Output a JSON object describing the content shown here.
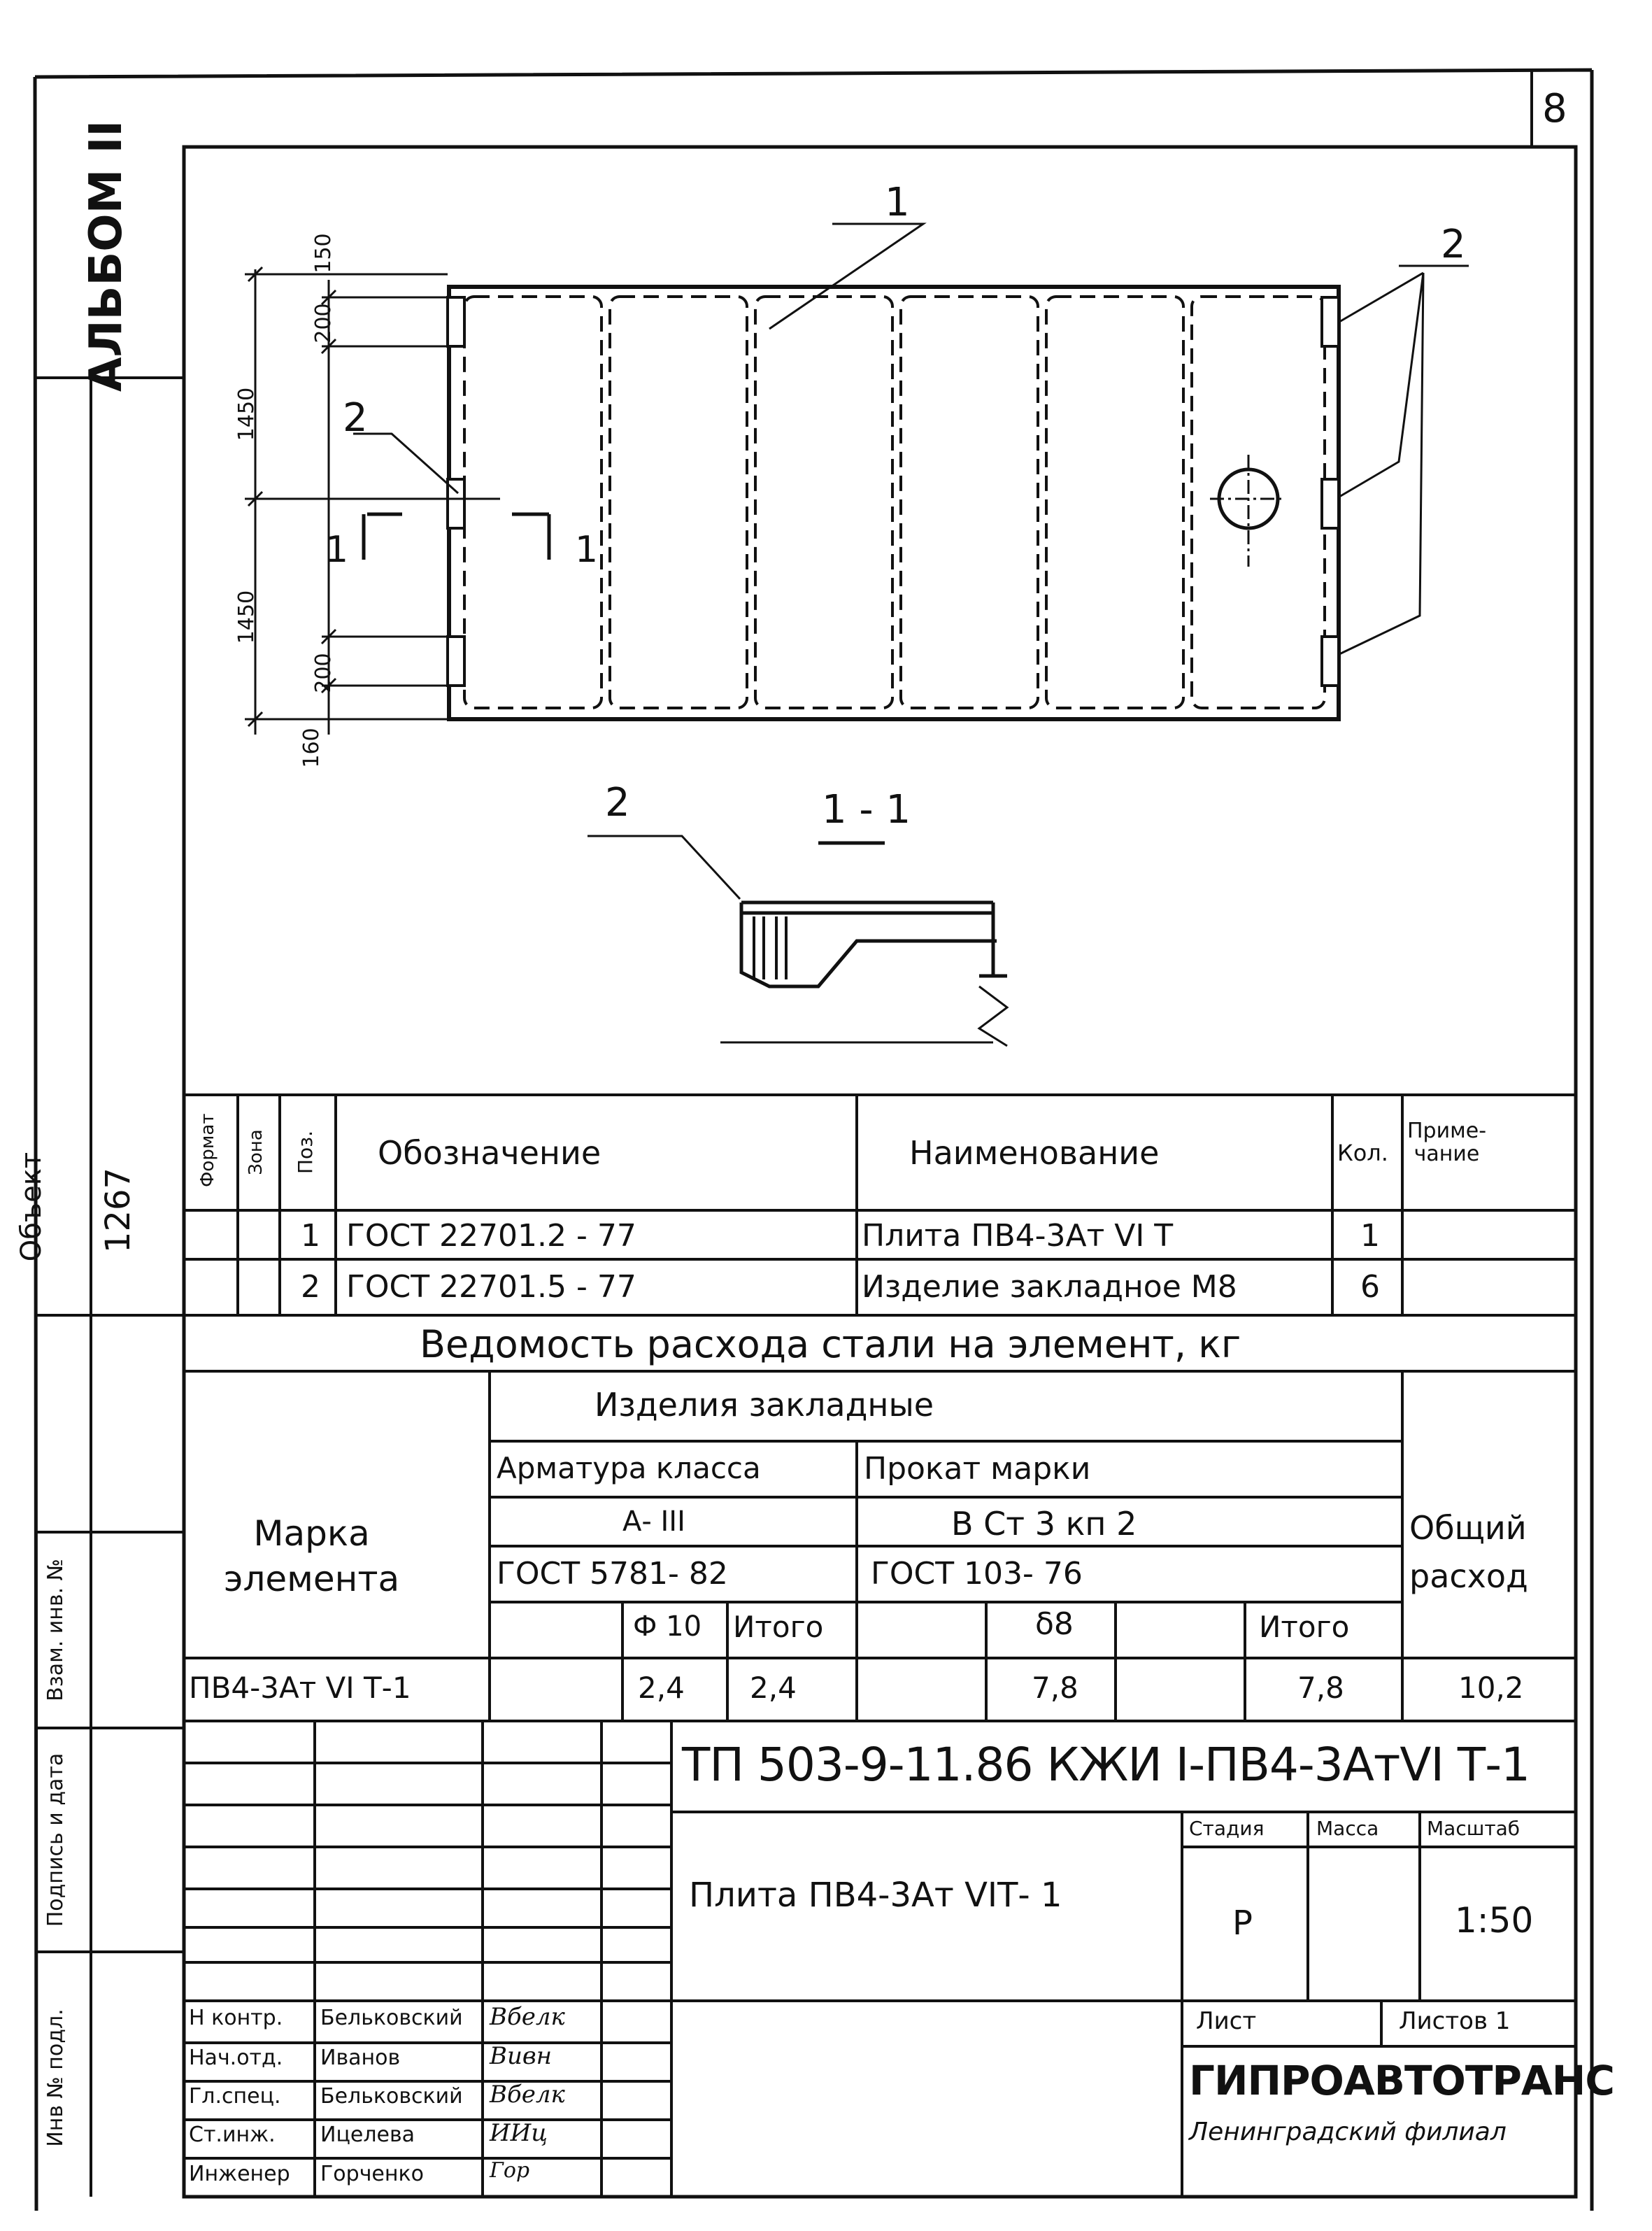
{
  "sheet_number": "8",
  "side": {
    "album": "АЛЬБОМ II",
    "object_label": "Объект",
    "object_number": "1267",
    "vzam_inv": "Взам. инв. №",
    "podpis_data": "Подпись и дата",
    "inv_podl": "Инв № подл."
  },
  "drawing": {
    "callouts": {
      "c1": "1",
      "c2_left": "2",
      "c2_right": "2",
      "c2_section": "2"
    },
    "dims": {
      "d150": "150",
      "d200_top": "200",
      "d1450_top": "1450",
      "d1450_bot": "1450",
      "d200_bot": "200",
      "d160": "160"
    },
    "section_marks": {
      "left": "1",
      "right": "1"
    },
    "section_title": "1 - 1"
  },
  "spec_table": {
    "headers": {
      "format": "Формат",
      "zone": "Зона",
      "pos": "Поз.",
      "designation": "Обозначение",
      "name": "Наименование",
      "qty": "Кол.",
      "note": "Приме-\nчание"
    },
    "rows": [
      {
        "pos": "1",
        "designation": "ГОСТ 22701.2 - 77",
        "name": "Плита ПВ4-3Ат VI Т",
        "qty": "1"
      },
      {
        "pos": "2",
        "designation": "ГОСТ 22701.5 - 77",
        "name": "Изделие закладное М8",
        "qty": "6"
      }
    ]
  },
  "steel_table": {
    "title": "Ведомость расхода стали на элемент, кг",
    "mark_col": "Марка\nэлемента",
    "embedded": "Изделия закладные",
    "armature": "Арматура класса",
    "armature_class": "А- III",
    "armature_gost": "ГОСТ 5781- 82",
    "rolled": "Прокат марки",
    "rolled_grade": "В Ст 3 кп 2",
    "rolled_gost": "ГОСТ 103- 76",
    "total_col": "Общий\nрасход",
    "sub_phi10": "Ф 10",
    "sub_itogo1": "Итого",
    "sub_d8": "δ8",
    "sub_itogo2": "Итого",
    "row": {
      "mark": "ПВ4-3Ат VI Т-1",
      "phi10": "2,4",
      "itogo1": "2,4",
      "d8": "7,8",
      "itogo2": "7,8",
      "total": "10,2"
    }
  },
  "title_block": {
    "code": "ТП 503-9-11.86 КЖИ I-ПВ4-3АтVI Т-1",
    "name": "Плита ПВ4-3Ат VIТ- 1",
    "stage_label": "Стадия",
    "mass_label": "Масса",
    "scale_label": "Масштаб",
    "stage": "Р",
    "scale": "1:50",
    "sheet_label": "Лист",
    "sheets_label": "Листов 1",
    "org": "ГИПРОАВТОТРАНС",
    "branch": "Ленинградский филиал",
    "signers": [
      {
        "role": "Н контр.",
        "name": "Бельковский",
        "sig": "Вбелк"
      },
      {
        "role": "Нач.отд.",
        "name": "Иванов",
        "sig": "Вивн"
      },
      {
        "role": "Гл.спец.",
        "name": "Бельковский",
        "sig": "Вбелк"
      },
      {
        "role": "Ст.инж.",
        "name": "Ицелева",
        "sig": "ИИц"
      },
      {
        "role": "Инженер",
        "name": "Горченко",
        "sig": "Гор"
      }
    ]
  }
}
